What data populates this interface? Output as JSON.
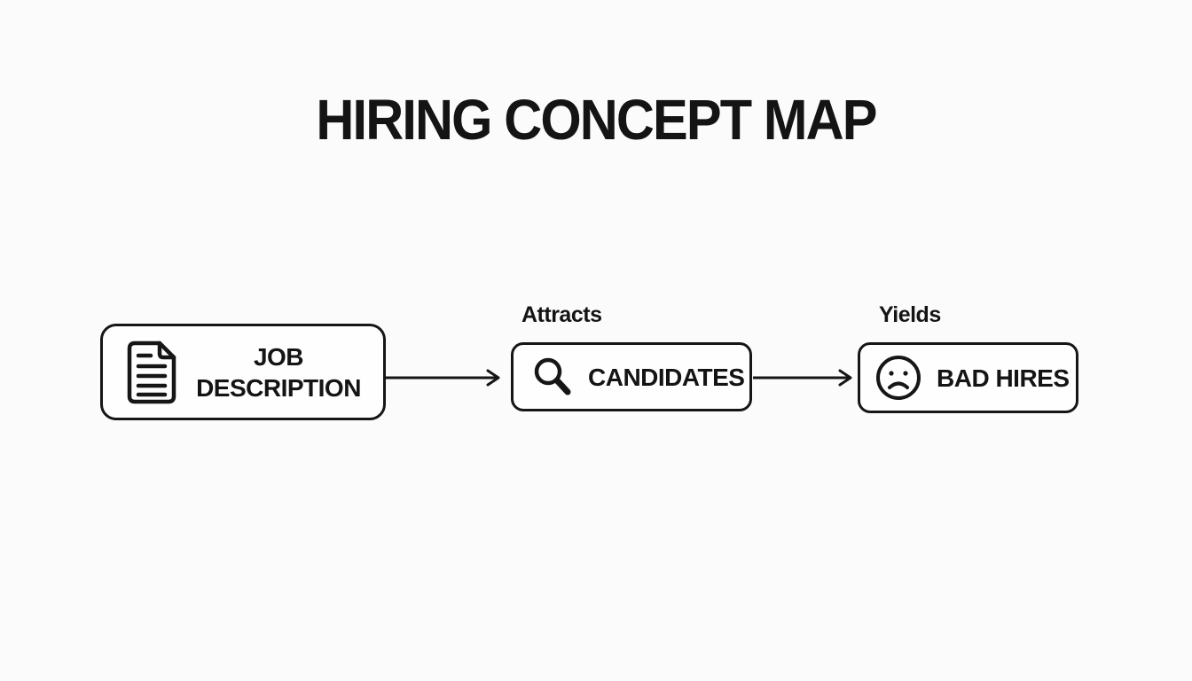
{
  "title": "HIRING CONCEPT MAP",
  "diagram": {
    "nodes": [
      {
        "id": "job-description",
        "label": "JOB DESCRIPTION",
        "icon": "document-icon"
      },
      {
        "id": "candidates",
        "label": "CANDIDATES",
        "icon": "search-icon"
      },
      {
        "id": "bad-hires",
        "label": "BAD HIRES",
        "icon": "sad-face-icon"
      }
    ],
    "edges": [
      {
        "from": "job-description",
        "to": "candidates",
        "label": "Attracts"
      },
      {
        "from": "candidates",
        "to": "bad-hires",
        "label": "Yields"
      }
    ]
  },
  "colors": {
    "background": "#fbfbfb",
    "stroke": "#161616",
    "text": "#141414",
    "node_background": "#fefefe"
  }
}
